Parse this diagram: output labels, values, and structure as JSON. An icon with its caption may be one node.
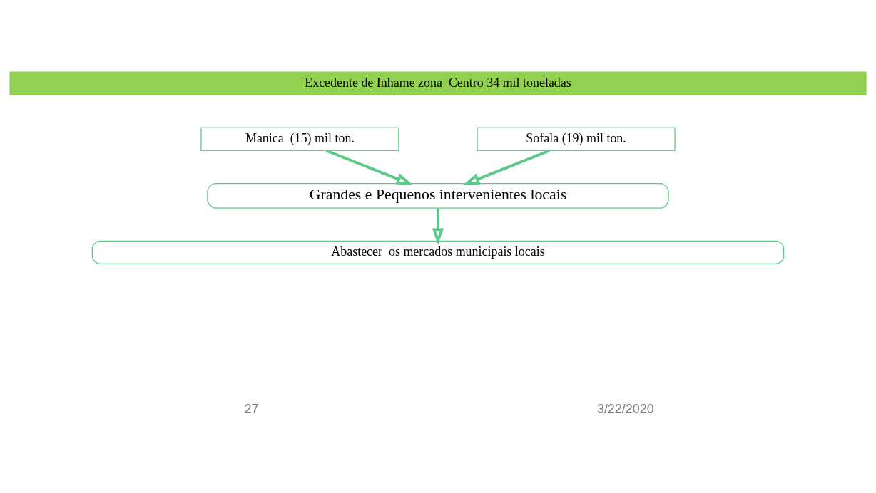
{
  "diagram": {
    "nodes": [
      {
        "text": [
          "Excedente de Inhame zona  Centro 34 mil toneladas"
        ]
      },
      {
        "text": [
          "Manica  (15) mil ton."
        ]
      },
      {
        "text": [
          "Sofala (19) mil ton."
        ]
      },
      {
        "text": [
          "Grandes e Pequenos intervenientes locais"
        ]
      },
      {
        "text": [
          "Abastecer  os mercados municipais locais"
        ]
      }
    ],
    "edges": [
      {
        "from": 1,
        "to": 3,
        "arrow": "to"
      },
      {
        "from": 2,
        "to": 3,
        "arrow": "to"
      },
      {
        "from": 3,
        "to": 4,
        "arrow": "to"
      }
    ],
    "labels": [
      "27",
      "3/22/2020"
    ]
  }
}
